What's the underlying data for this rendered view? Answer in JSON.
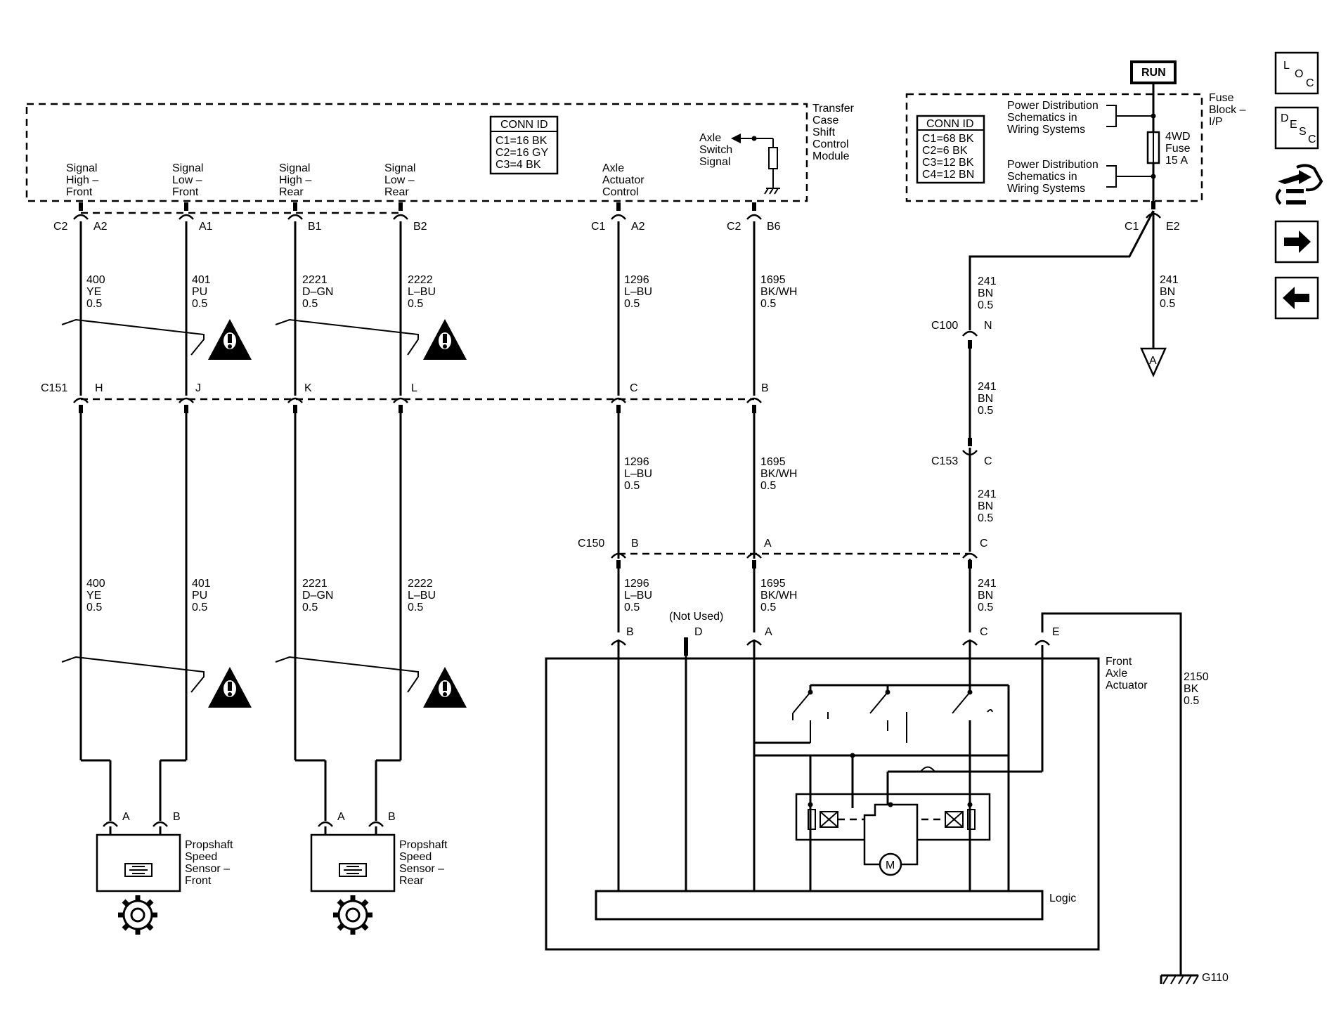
{
  "modules": {
    "tccm": {
      "name_lines": [
        "Transfer",
        "Case",
        "Shift",
        "Control",
        "Module"
      ]
    },
    "fuse_block": {
      "name_lines": [
        "Fuse",
        "Block –",
        "I/P"
      ]
    },
    "front_axle": {
      "name_lines": [
        "Front",
        "Axle",
        "Actuator"
      ],
      "logic_label": "Logic"
    }
  },
  "conn_id_tccm": {
    "title": "CONN ID",
    "rows": [
      "C1=16 BK",
      "C2=16 GY",
      "C3=4 BK"
    ]
  },
  "conn_id_fuse": {
    "title": "CONN ID",
    "rows": [
      "C1=68 BK",
      "C2=6 BK",
      "C3=12 BK",
      "C4=12 BN"
    ]
  },
  "power": {
    "run_label": "RUN",
    "fuse_lines": [
      "4WD",
      "Fuse",
      "15 A"
    ],
    "pd_note_top": [
      "Power Distribution",
      "Schematics in",
      "Wiring Systems"
    ],
    "pd_note_bottom": [
      "Power Distribution",
      "Schematics in",
      "Wiring Systems"
    ],
    "offpage": "A",
    "ground": "G110"
  },
  "signals": [
    {
      "lines": [
        "Signal",
        "High –",
        "Front"
      ]
    },
    {
      "lines": [
        "Signal",
        "Low –",
        "Front"
      ]
    },
    {
      "lines": [
        "Signal",
        "High –",
        "Rear"
      ]
    },
    {
      "lines": [
        "Signal",
        "Low –",
        "Rear"
      ]
    },
    {
      "lines": [
        "Axle",
        "Actuator",
        "Control"
      ]
    }
  ],
  "axle_switch": [
    "Axle",
    "Switch",
    "Signal"
  ],
  "pins": {
    "tccm": [
      {
        "conn": "C2",
        "pin": "A2"
      },
      {
        "pin": "A1"
      },
      {
        "pin": "B1"
      },
      {
        "pin": "B2"
      },
      {
        "conn": "C1",
        "pin": "A2"
      },
      {
        "conn": "C2",
        "pin": "B6"
      }
    ],
    "fuse": {
      "conn": "C1",
      "pin": "E2"
    },
    "c151": {
      "name": "C151",
      "pins": [
        "H",
        "J",
        "K",
        "L",
        "C",
        "B"
      ]
    },
    "c100": {
      "name": "C100",
      "pin": "N"
    },
    "c153": {
      "name": "C153",
      "pin": "C"
    },
    "c150": {
      "name": "C150",
      "pins": [
        "B",
        "A",
        "C"
      ]
    },
    "actuator": [
      "B",
      "D",
      "A",
      "C",
      "E"
    ],
    "not_used": "(Not Used)",
    "sensor_pins": [
      "A",
      "B"
    ]
  },
  "wires": {
    "w400": [
      "400",
      "YE",
      "0.5"
    ],
    "w401": [
      "401",
      "PU",
      "0.5"
    ],
    "w2221": [
      "2221",
      "D–GN",
      "0.5"
    ],
    "w2222": [
      "2222",
      "L–BU",
      "0.5"
    ],
    "w1296": [
      "1296",
      "L–BU",
      "0.5"
    ],
    "w1695": [
      "1695",
      "BK/WH",
      "0.5"
    ],
    "w241": [
      "241",
      "BN",
      "0.5"
    ],
    "w2150": [
      "2150",
      "BK",
      "0.5"
    ]
  },
  "sensors": {
    "front": [
      "Propshaft",
      "Speed",
      "Sensor –",
      "Front"
    ],
    "rear": [
      "Propshaft",
      "Speed",
      "Sensor –",
      "Rear"
    ]
  },
  "nav": {
    "loc": [
      "L",
      "O",
      "C"
    ],
    "desc": [
      "D",
      "E",
      "S",
      "C"
    ],
    "icons": [
      "connector-view-icon",
      "next-arrow-icon",
      "previous-arrow-icon"
    ]
  }
}
